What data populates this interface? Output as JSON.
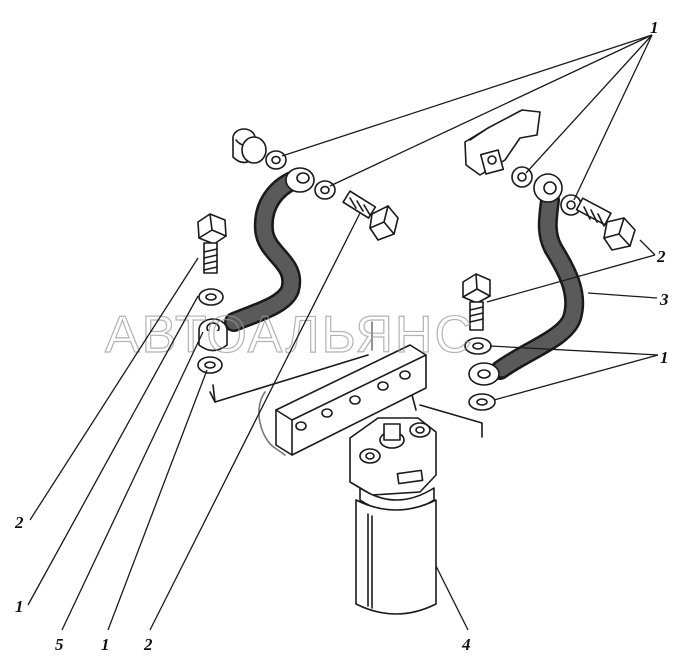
{
  "figure": {
    "watermark": "АВТОАЛЬЯНС",
    "callouts": [
      {
        "id": "c1-top",
        "text": "1"
      },
      {
        "id": "c2-right",
        "text": "2"
      },
      {
        "id": "c3",
        "text": "3"
      },
      {
        "id": "c1-right",
        "text": "1"
      },
      {
        "id": "c2-left",
        "text": "2"
      },
      {
        "id": "c1-bl",
        "text": "1"
      },
      {
        "id": "c5",
        "text": "5"
      },
      {
        "id": "c1-bottom",
        "text": "1"
      },
      {
        "id": "c2-bottom",
        "text": "2"
      },
      {
        "id": "c4",
        "text": "4"
      }
    ]
  }
}
